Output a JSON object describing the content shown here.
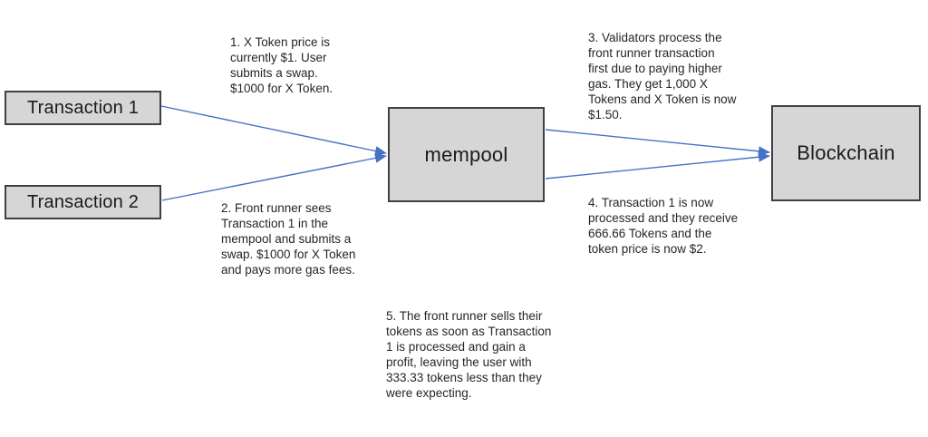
{
  "diagram": {
    "nodes": {
      "transaction1": {
        "label": "Transaction 1"
      },
      "transaction2": {
        "label": "Transaction 2"
      },
      "mempool": {
        "label": "mempool"
      },
      "blockchain": {
        "label": "Blockchain"
      }
    },
    "annotations": {
      "step1": {
        "text": "1. X Token price is\ncurrently $1. User\nsubmits a swap.\n$1000 for X Token."
      },
      "step2": {
        "text": "2. Front runner sees\nTransaction 1 in the\nmempool and submits a\nswap. $1000 for X Token\nand pays more gas fees."
      },
      "step3": {
        "text": "3. Validators process the\nfront runner transaction\nfirst due to paying higher\ngas. They get 1,000 X\nTokens and X Token is now\n$1.50."
      },
      "step4": {
        "text": "4. Transaction 1 is now\nprocessed and they receive\n666.66 Tokens and the\ntoken price is now $2."
      },
      "step5": {
        "text": "5. The front runner sells their\ntokens as soon as Transaction\n1 is processed and gain a\nprofit, leaving the user with\n333.33 tokens less than they\nwere expecting."
      }
    },
    "colors": {
      "box_fill": "#d6d6d6",
      "box_border": "#404040",
      "arrow": "#4472c4",
      "text": "#262626"
    }
  }
}
